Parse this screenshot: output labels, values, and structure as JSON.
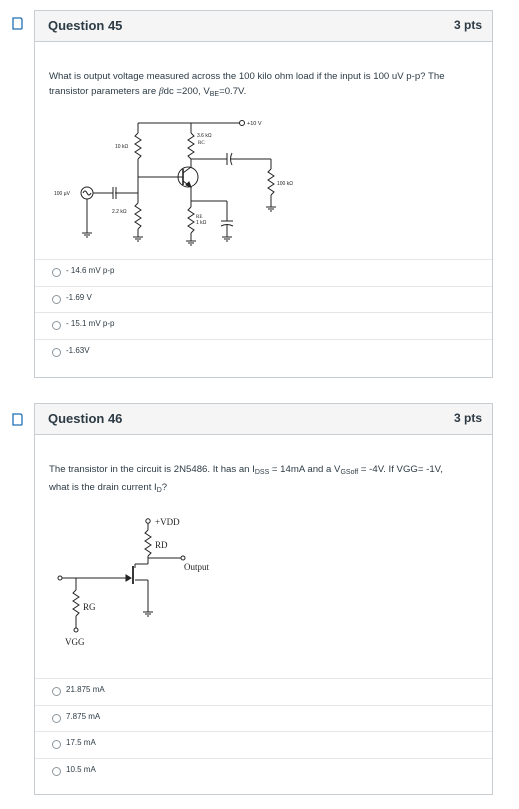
{
  "q45": {
    "title": "Question 45",
    "points": "3 pts",
    "text_line1": "What is output voltage measured across the 100 kilo ohm load  if the input is 100 uV p-p? The",
    "text_line2_pre": "transistor parameters are ",
    "text_beta": "β",
    "text_line2_mid": "dc =200, V",
    "text_sub": "BE",
    "text_line2_post": "=0.7V.",
    "circuit": {
      "vcc": "+10 V",
      "r1": "10 kΩ",
      "r2": "2.2 kΩ",
      "rc_val": "3.6 kΩ",
      "rc_name": "RC",
      "re_name": "RE",
      "re_val": "1 kΩ",
      "rl": "100 kΩ",
      "vin": "100 µV"
    },
    "answers": [
      "- 14.6 mV p-p",
      "-1.69 V",
      "- 15.1 mV p-p",
      "-1.63V"
    ]
  },
  "q46": {
    "title": "Question 46",
    "points": "3 pts",
    "text_p1": "The transistor in the circuit is 2N5486. It has an I",
    "text_sub1": "DSS",
    "text_p2": " = 14mA and a V",
    "text_sub2": "GSoff",
    "text_p3": " = -4V. If VGG= -1V,",
    "text_line2_pre": "what is the drain current I",
    "text_sub3": "D",
    "text_line2_post": "?",
    "circuit": {
      "vdd": "+VDD",
      "rd": "RD",
      "output": "Output",
      "rg": "RG",
      "vgg": "VGG"
    },
    "answers": [
      "21.875 mA",
      "7.875 mA",
      "17.5 mA",
      "10.5 mA"
    ]
  },
  "colors": {
    "flag": "#1f6fb5",
    "border": "#c7cdd1",
    "header_bg": "#f5f5f5",
    "text": "#2d3b45"
  }
}
